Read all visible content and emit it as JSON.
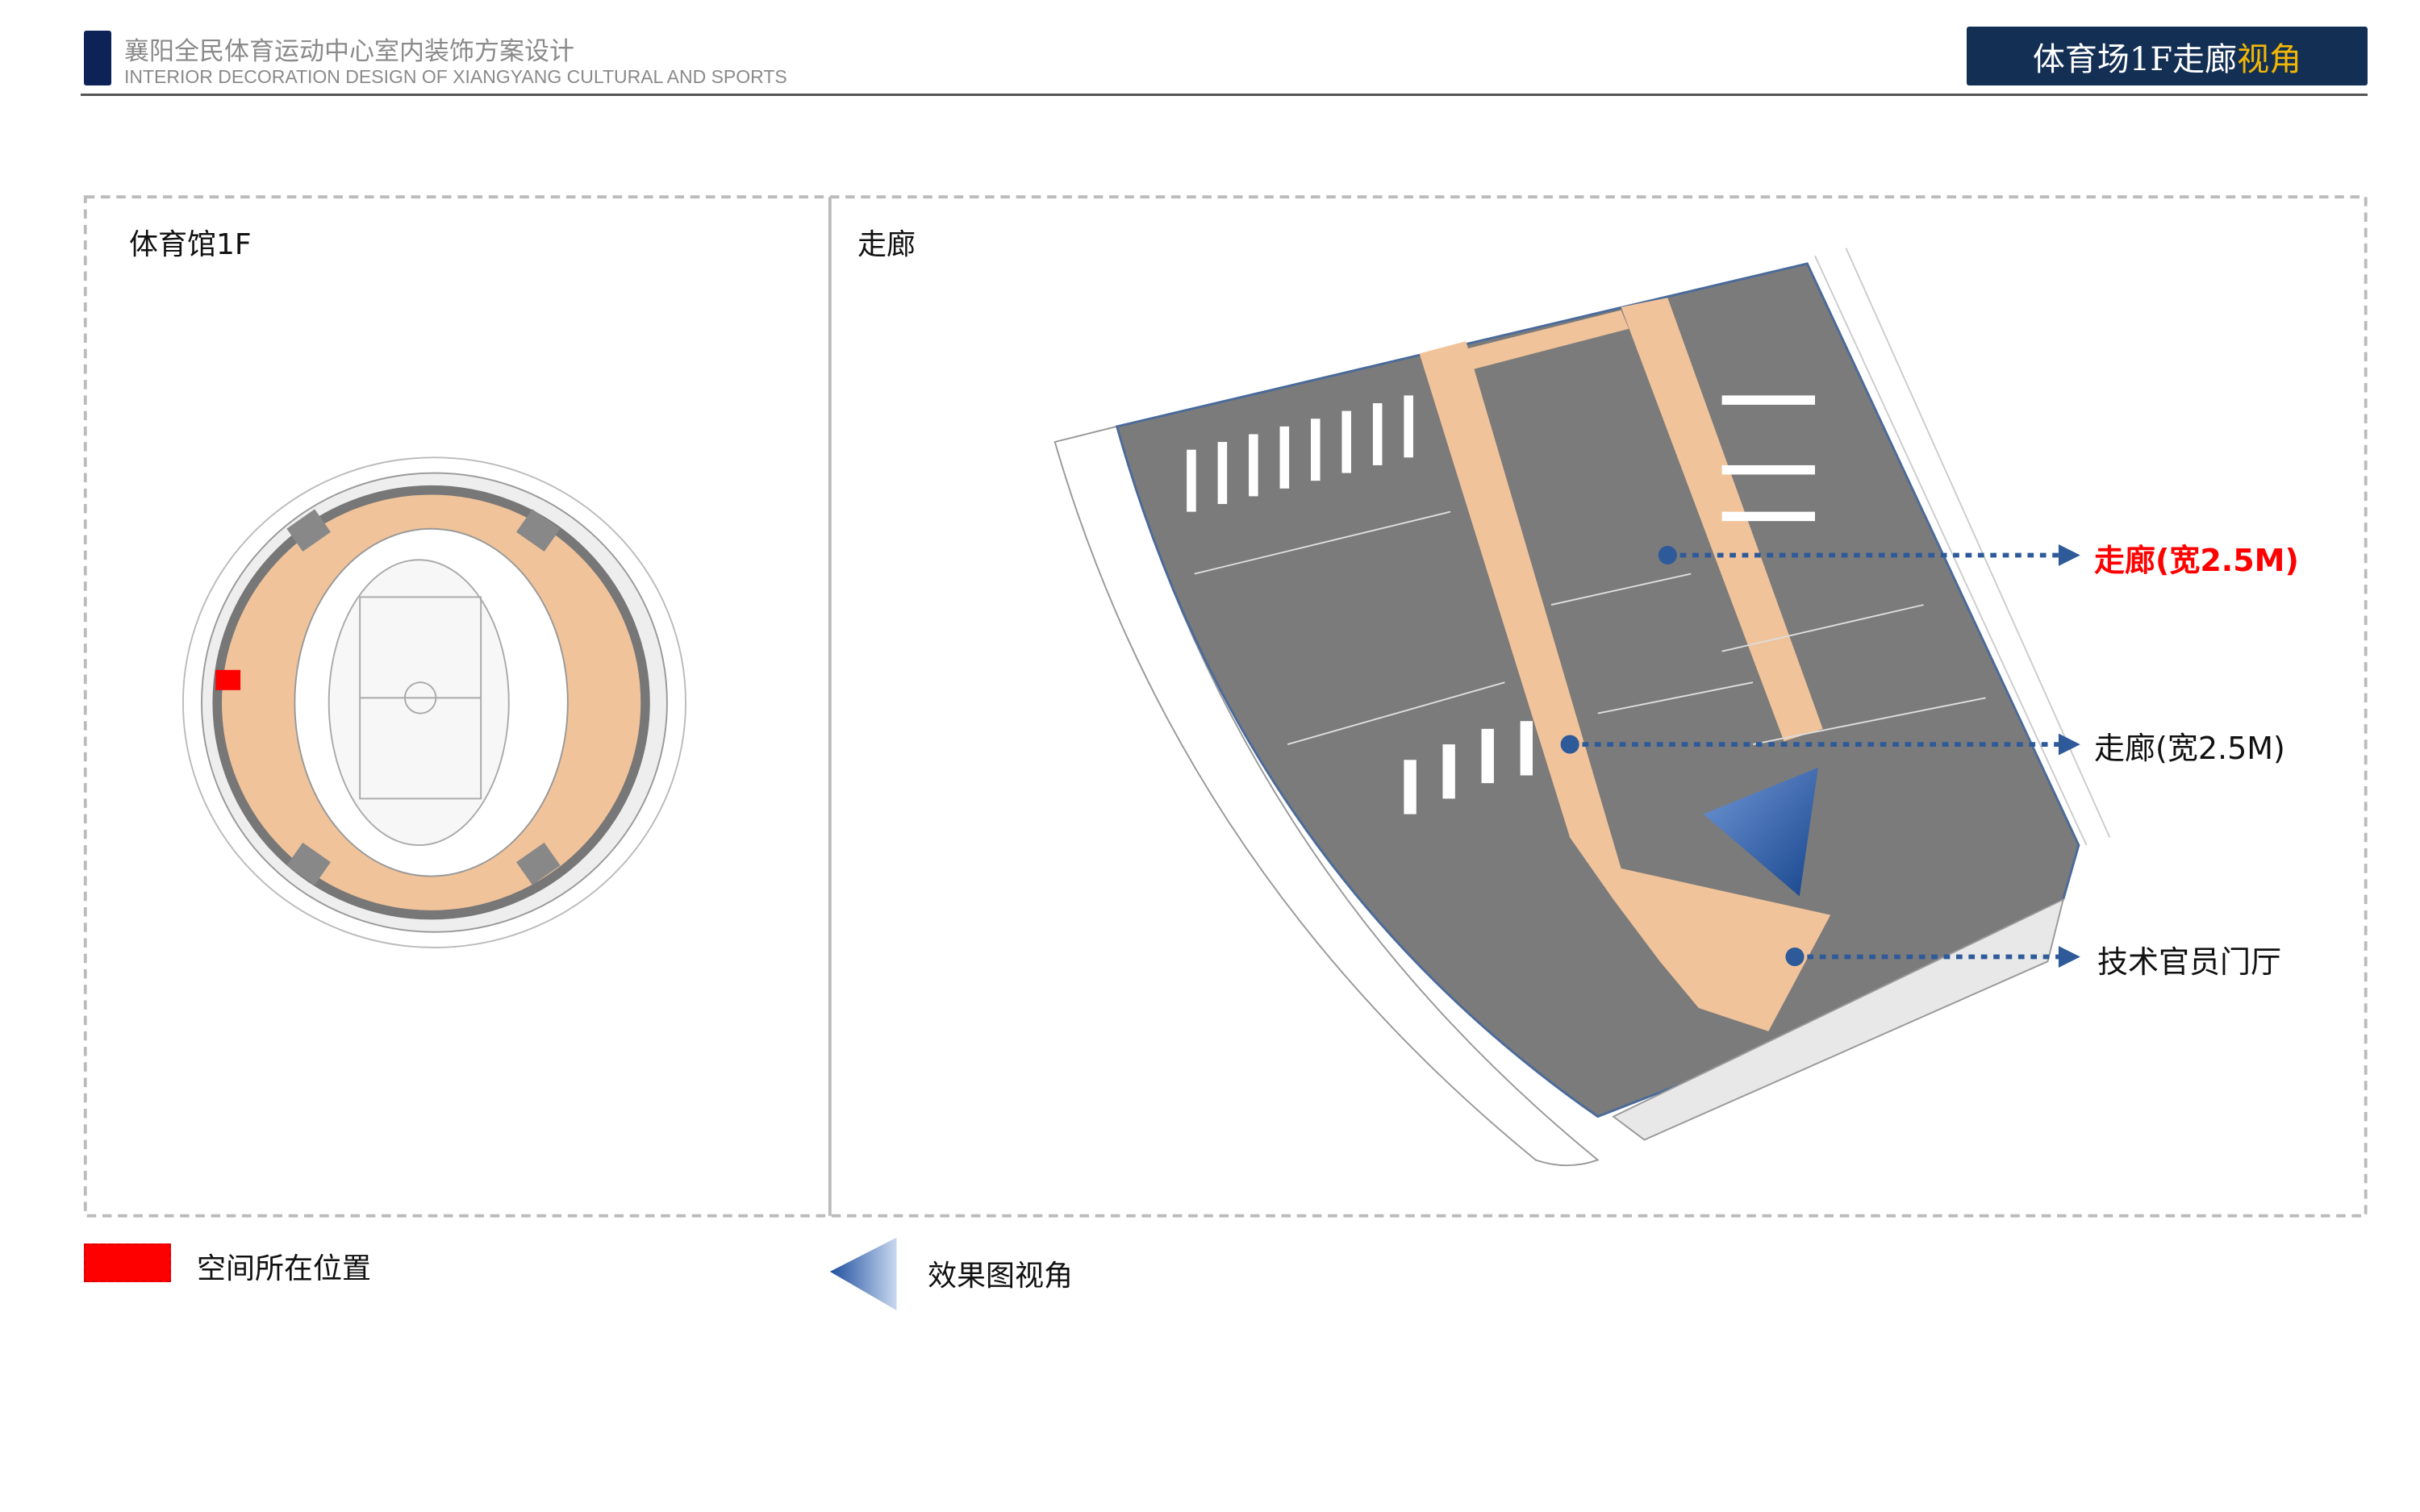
{
  "header": {
    "title_cn": "襄阳全民体育运动中心室内装饰方案设计",
    "title_en": "INTERIOR DECORATION DESIGN OF XIANGYANG CULTURAL AND SPORTS"
  },
  "page_title": {
    "main": "体育场1F走廊",
    "highlight": "视角"
  },
  "colors": {
    "navy": "#132f54",
    "highlight": "#f2b705",
    "corridor": "#f0c39a",
    "room": "#7a7a7a",
    "marker": "#2e5a9a",
    "location": "#ff0000"
  },
  "panels": {
    "left_label": "体育馆1F",
    "right_label": "走廊"
  },
  "callouts": [
    {
      "label": "走廊(宽2.5M)",
      "highlighted": true
    },
    {
      "label": "走廊(宽2.5M)",
      "highlighted": false
    },
    {
      "label": "技术官员门厅",
      "highlighted": false
    }
  ],
  "legend": {
    "location_label": "空间所在位置",
    "view_label": "效果图视角"
  }
}
